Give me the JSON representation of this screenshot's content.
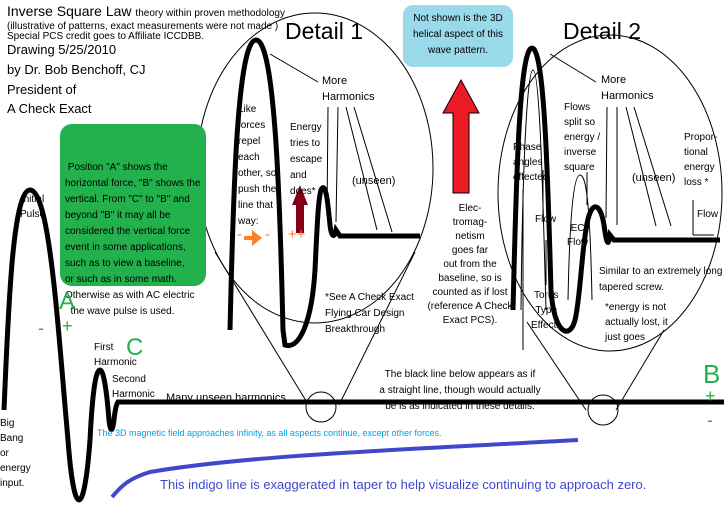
{
  "header": {
    "title": "Inverse Square Law",
    "title_suffix": "theory within proven methodology",
    "note1": "(illustrative of patterns, exact measurements were not made )",
    "note2": "Special PCS credit goes to Affiliate ICCDBB.",
    "date": "Drawing 5/25/2010",
    "author": "by Dr. Bob Benchoff, CJ",
    "role": "President of",
    "company": "A Check Exact"
  },
  "green_box": {
    "lines": [
      " Position \"A\" shows the",
      "horizontal force, \"B\" shows the",
      "vertical. From \"C\" to \"B\" and",
      "beyond \"B\" it may all be",
      "considered the vertical force",
      "event in some applications,",
      "such as to view a baseline,",
      "or such as in some math.",
      "Otherwise as with AC electric",
      "  the wave pulse is used."
    ]
  },
  "blue_box": {
    "lines": [
      "Not shown is the 3D",
      "helical aspect of this",
      "wave pattern."
    ]
  },
  "wave": {
    "initial_pulse": [
      "Initial",
      "Pulse"
    ],
    "big_bang": [
      "Big",
      "Bang",
      "or",
      "energy",
      "input."
    ],
    "first_harmonic": [
      "First",
      "Harmonic"
    ],
    "second_harmonic": [
      "Second",
      "Harmonic"
    ],
    "many_unseen": "Many unseen harmonics",
    "label_a": "A",
    "label_b": "B",
    "label_c": "C",
    "a_minus": "-",
    "a_plus": "+",
    "b_plus": "+",
    "b_minus": "-"
  },
  "detail1": {
    "title": "Detail 1",
    "more_harmonics": [
      "More",
      "Harmonics"
    ],
    "like_forces": [
      "Like",
      "forces",
      "repel",
      "each",
      "other, so",
      "push the",
      "line that",
      "way:"
    ],
    "energy_tries": [
      "Energy",
      "tries to",
      "escape",
      "and",
      "does*"
    ],
    "unseen": "(unseen)",
    "push_symbols": "-",
    "push_symbols_right": "-",
    "plus_plus": "++",
    "footnote": [
      "*See A Check Exact",
      "Flying Car Design",
      "Breakthrough"
    ]
  },
  "middle": {
    "electromagnetism": [
      "Elec-",
      "tromag-",
      "netism",
      "goes far",
      "out from the",
      "baseline, so is",
      "counted as if lost",
      "(reference A Check",
      "Exact PCS)."
    ],
    "black_line_note": [
      "The black line below appears as if",
      "a straight line, though would actually",
      "be is as indicated in these details."
    ]
  },
  "detail2": {
    "title": "Detail 2",
    "more_harmonics": [
      "More",
      "Harmonics"
    ],
    "phase_angles": [
      "Phase",
      "angles",
      "effected"
    ],
    "flows_split": [
      "Flows",
      "split so",
      "energy /",
      "inverse",
      "square"
    ],
    "unseen": "(unseen)",
    "proportional": [
      "Propor-",
      "tional",
      "energy",
      "loss *"
    ],
    "flow_left": "Flow",
    "flow_right": "Flow",
    "ec_flow": [
      "EC",
      "Flow"
    ],
    "torus": [
      "Torus",
      "Type",
      "Effects"
    ],
    "screw": [
      "Similar to an extremely long",
      "tapered screw."
    ],
    "energy_not_lost": [
      "*energy is not",
      "actually lost, it",
      "just goes"
    ]
  },
  "bottom": {
    "magnetic_field": "The 3D magnetic field approaches infinity, as all aspects continue, except other forces.",
    "indigo_note": "This indigo line is exaggerated in taper to help visualize continuing to approach zero."
  },
  "colors": {
    "green": "#22b14c",
    "light_blue_box": "#99d9ea",
    "red_arrow": "#ed1c24",
    "dark_red_arrow": "#880015",
    "orange": "#ff7f27",
    "indigo": "#3f48cc",
    "cyan_text": "#00a2e8"
  }
}
